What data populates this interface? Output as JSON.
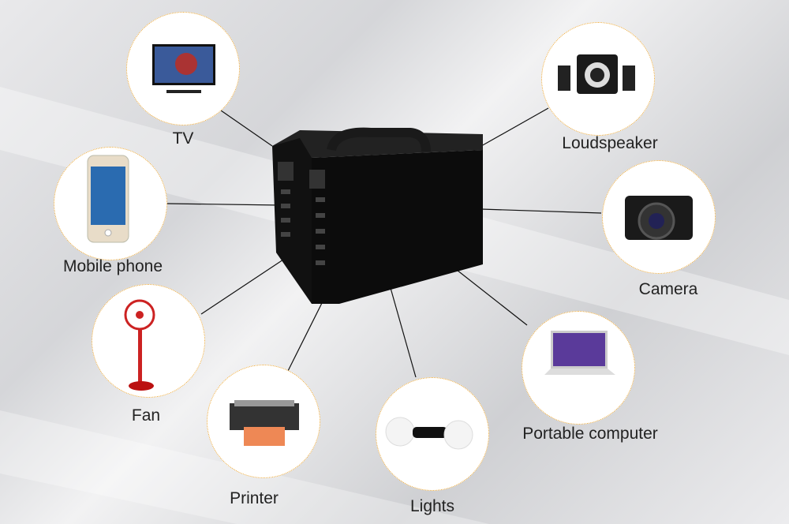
{
  "devices": [
    {
      "id": "tv",
      "label": "TV",
      "icon": "tv-icon"
    },
    {
      "id": "mobile",
      "label": "Mobile phone",
      "icon": "phone-icon"
    },
    {
      "id": "fan",
      "label": "Fan",
      "icon": "fan-icon"
    },
    {
      "id": "printer",
      "label": "Printer",
      "icon": "printer-icon"
    },
    {
      "id": "lights",
      "label": "Lights",
      "icon": "bulb-icon"
    },
    {
      "id": "laptop",
      "label": "Portable computer",
      "icon": "laptop-icon"
    },
    {
      "id": "camera",
      "label": "Camera",
      "icon": "camera-icon"
    },
    {
      "id": "speaker",
      "label": "Loudspeaker",
      "icon": "speaker-icon"
    }
  ],
  "colors": {
    "circle_border": "#f0a830",
    "device": "#0c0c0c"
  }
}
